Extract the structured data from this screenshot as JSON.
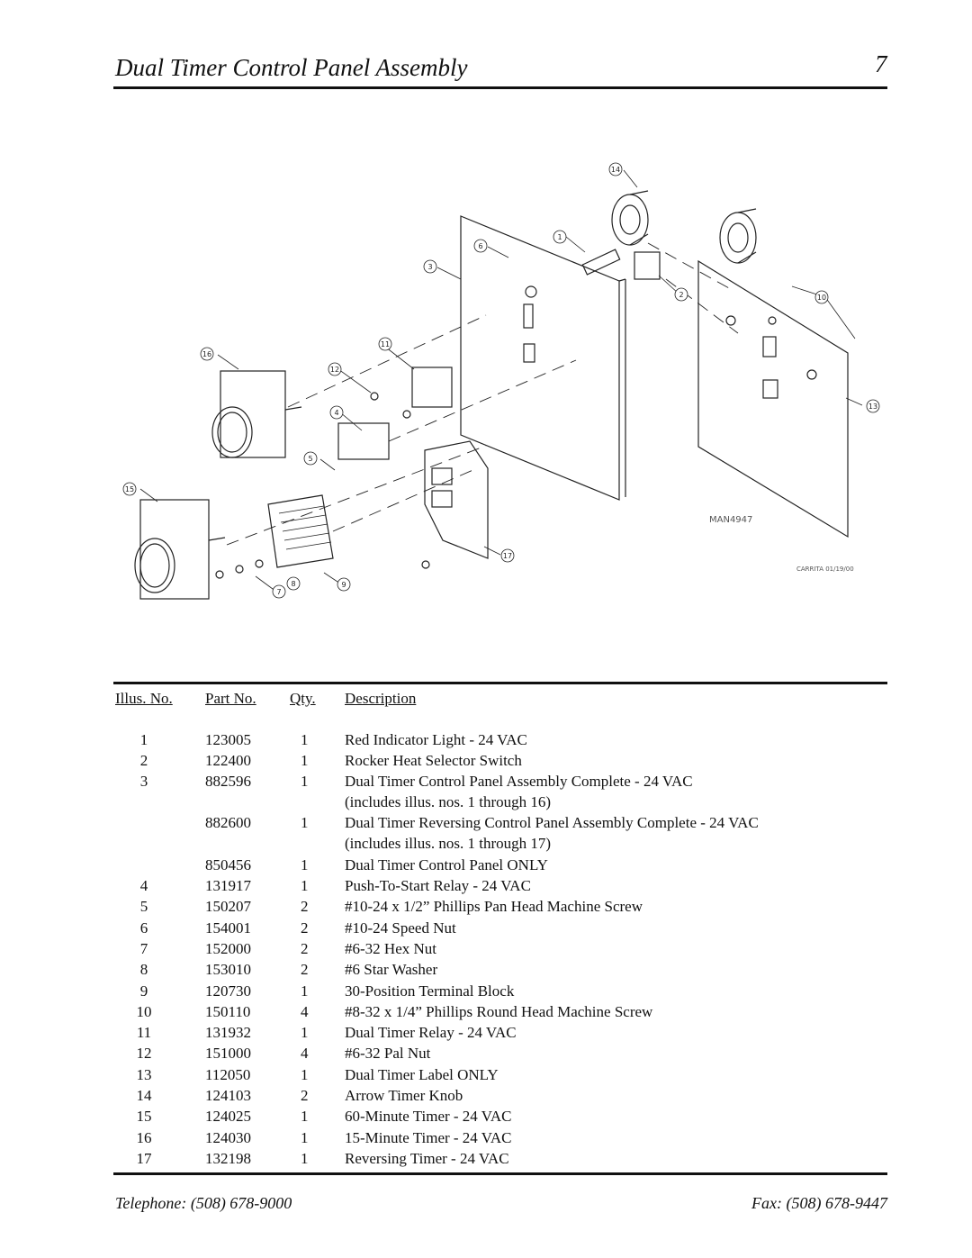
{
  "header": {
    "title": "Dual Timer Control Panel Assembly",
    "page_number": "7"
  },
  "diagram": {
    "drawing_number": "MAN4947",
    "signature": "CARRITA 01/19/00",
    "callouts": [
      "1",
      "2",
      "3",
      "4",
      "5",
      "6",
      "7",
      "8",
      "9",
      "10",
      "11",
      "12",
      "13",
      "14",
      "15",
      "16",
      "17"
    ]
  },
  "table": {
    "headers": {
      "illus": "Illus. No.",
      "part": "Part No.",
      "qty": "Qty.",
      "desc": "Description"
    },
    "rows": [
      {
        "illus": "1",
        "part": "123005",
        "qty": "1",
        "desc": "Red Indicator Light - 24 VAC"
      },
      {
        "illus": "2",
        "part": "122400",
        "qty": "1",
        "desc": "Rocker Heat Selector Switch"
      },
      {
        "illus": "3",
        "part": "882596",
        "qty": "1",
        "desc": "Dual Timer Control Panel Assembly Complete - 24 VAC"
      },
      {
        "illus": "",
        "part": "",
        "qty": "",
        "desc": "(includes illus. nos. 1 through 16)"
      },
      {
        "illus": "",
        "part": "882600",
        "qty": "1",
        "desc": "Dual Timer Reversing Control Panel Assembly Complete - 24 VAC"
      },
      {
        "illus": "",
        "part": "",
        "qty": "",
        "desc": "(includes illus. nos. 1 through 17)"
      },
      {
        "illus": "",
        "part": "850456",
        "qty": "1",
        "desc": "Dual Timer Control Panel ONLY"
      },
      {
        "illus": "4",
        "part": "131917",
        "qty": "1",
        "desc": "Push-To-Start Relay - 24 VAC"
      },
      {
        "illus": "5",
        "part": "150207",
        "qty": "2",
        "desc": "#10-24 x 1/2” Phillips Pan Head Machine Screw"
      },
      {
        "illus": "6",
        "part": "154001",
        "qty": "2",
        "desc": "#10-24 Speed Nut"
      },
      {
        "illus": "7",
        "part": "152000",
        "qty": "2",
        "desc": "#6-32 Hex Nut"
      },
      {
        "illus": "8",
        "part": "153010",
        "qty": "2",
        "desc": "#6 Star Washer"
      },
      {
        "illus": "9",
        "part": "120730",
        "qty": "1",
        "desc": "30-Position Terminal Block"
      },
      {
        "illus": "10",
        "part": "150110",
        "qty": "4",
        "desc": "#8-32 x 1/4” Phillips Round Head Machine Screw"
      },
      {
        "illus": "11",
        "part": "131932",
        "qty": "1",
        "desc": "Dual Timer Relay - 24 VAC"
      },
      {
        "illus": "12",
        "part": "151000",
        "qty": "4",
        "desc": "#6-32 Pal Nut"
      },
      {
        "illus": "13",
        "part": "112050",
        "qty": "1",
        "desc": "Dual Timer Label ONLY"
      },
      {
        "illus": "14",
        "part": "124103",
        "qty": "2",
        "desc": "Arrow Timer Knob"
      },
      {
        "illus": "15",
        "part": "124025",
        "qty": "1",
        "desc": "60-Minute Timer - 24 VAC"
      },
      {
        "illus": "16",
        "part": "124030",
        "qty": "1",
        "desc": "15-Minute Timer - 24 VAC"
      },
      {
        "illus": "17",
        "part": "132198",
        "qty": "1",
        "desc": "Reversing Timer - 24 VAC"
      }
    ]
  },
  "footer": {
    "telephone": "Telephone: (508) 678-9000",
    "fax": "Fax: (508) 678-9447"
  }
}
